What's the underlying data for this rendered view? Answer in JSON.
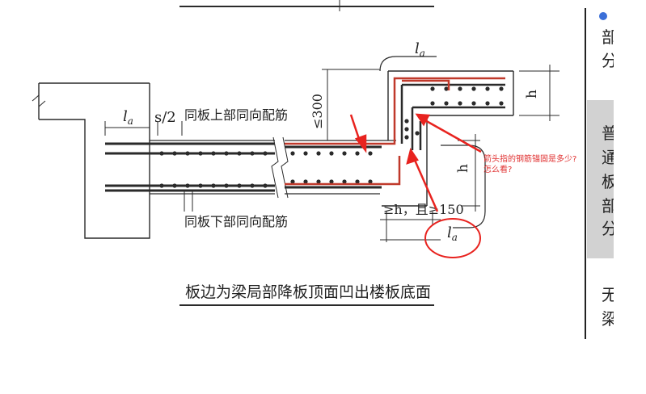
{
  "labels": {
    "la_left": "la",
    "s2": "s/2",
    "top_rebar": "同板上部同向配筋",
    "bottom_rebar": "同板下部同向配筋",
    "le300": "≤300",
    "h_right": "h",
    "h_mid": "h",
    "ge_h": "≥h，且≥150",
    "la_top": "la",
    "la_bottom": "la",
    "caption": "板边为梁局部降板顶面凹出楼板底面"
  },
  "question": {
    "line1": "箭头指的钢筋锚固是多少?",
    "line2": "怎么看?"
  },
  "right_panel": {
    "top_chars": [
      "部",
      "分"
    ],
    "mid_chars": [
      "普",
      "通",
      "板",
      "部",
      "分"
    ],
    "bottom_chars": [
      "无",
      "梁"
    ]
  },
  "colors": {
    "ink": "#2a2a2a",
    "rebar_red": "#c0392b",
    "annotation_red": "#e8231f",
    "panel_gray": "#d2d2d2"
  }
}
